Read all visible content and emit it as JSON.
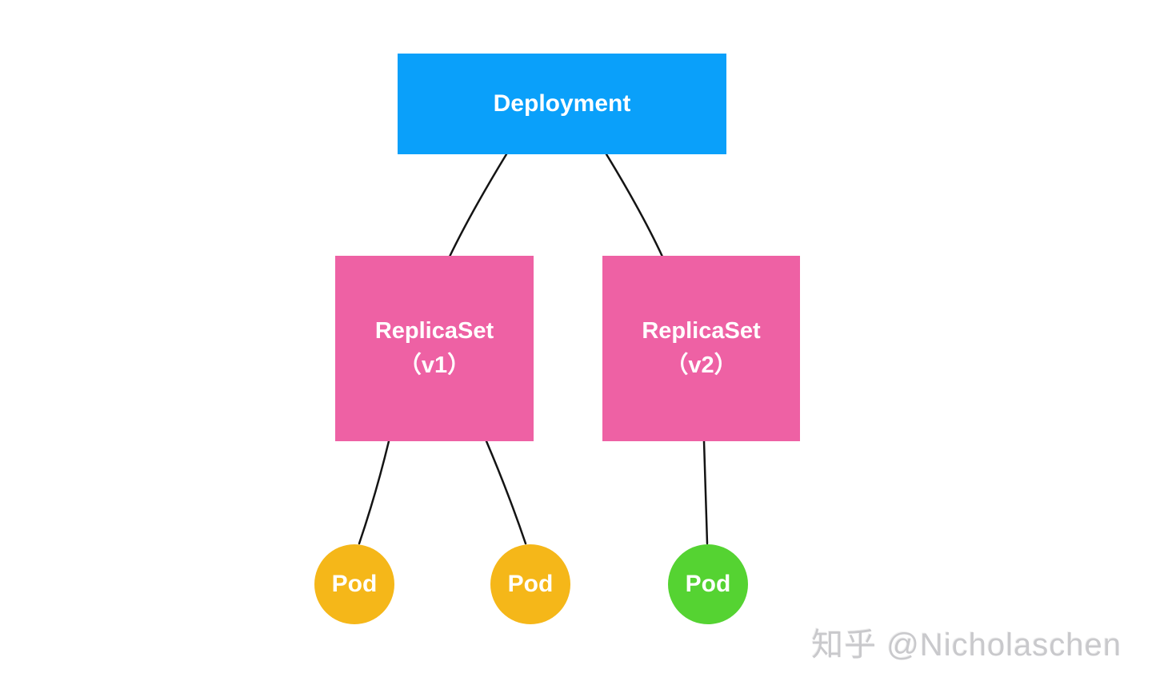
{
  "diagram": {
    "background": "#FFFFFF",
    "edge_color": "#141414",
    "nodes": [
      {
        "id": "deployment",
        "type": "rectangle",
        "label": "Deployment",
        "color": "#0AA0FA",
        "text_color": "#FFFFFF"
      },
      {
        "id": "replicaset-v1",
        "type": "rectangle",
        "label": "ReplicaSet",
        "sublabel": "（v1）",
        "color": "#EE61A4",
        "text_color": "#FFFFFF"
      },
      {
        "id": "replicaset-v2",
        "type": "rectangle",
        "label": "ReplicaSet",
        "sublabel": "（v2）",
        "color": "#EE61A4",
        "text_color": "#FFFFFF"
      },
      {
        "id": "pod-1",
        "type": "circle",
        "label": "Pod",
        "color": "#F5B719",
        "text_color": "#FFFFFF"
      },
      {
        "id": "pod-2",
        "type": "circle",
        "label": "Pod",
        "color": "#F5B719",
        "text_color": "#FFFFFF"
      },
      {
        "id": "pod-3",
        "type": "circle",
        "label": "Pod",
        "color": "#55D332",
        "text_color": "#FFFFFF"
      }
    ],
    "edges": [
      {
        "from": "deployment",
        "to": "replicaset-v1"
      },
      {
        "from": "deployment",
        "to": "replicaset-v2"
      },
      {
        "from": "replicaset-v1",
        "to": "pod-1"
      },
      {
        "from": "replicaset-v1",
        "to": "pod-2"
      },
      {
        "from": "replicaset-v2",
        "to": "pod-3"
      }
    ]
  },
  "watermark": {
    "text": "知乎 @Nicholaschen",
    "color": "#C9C9CC"
  }
}
